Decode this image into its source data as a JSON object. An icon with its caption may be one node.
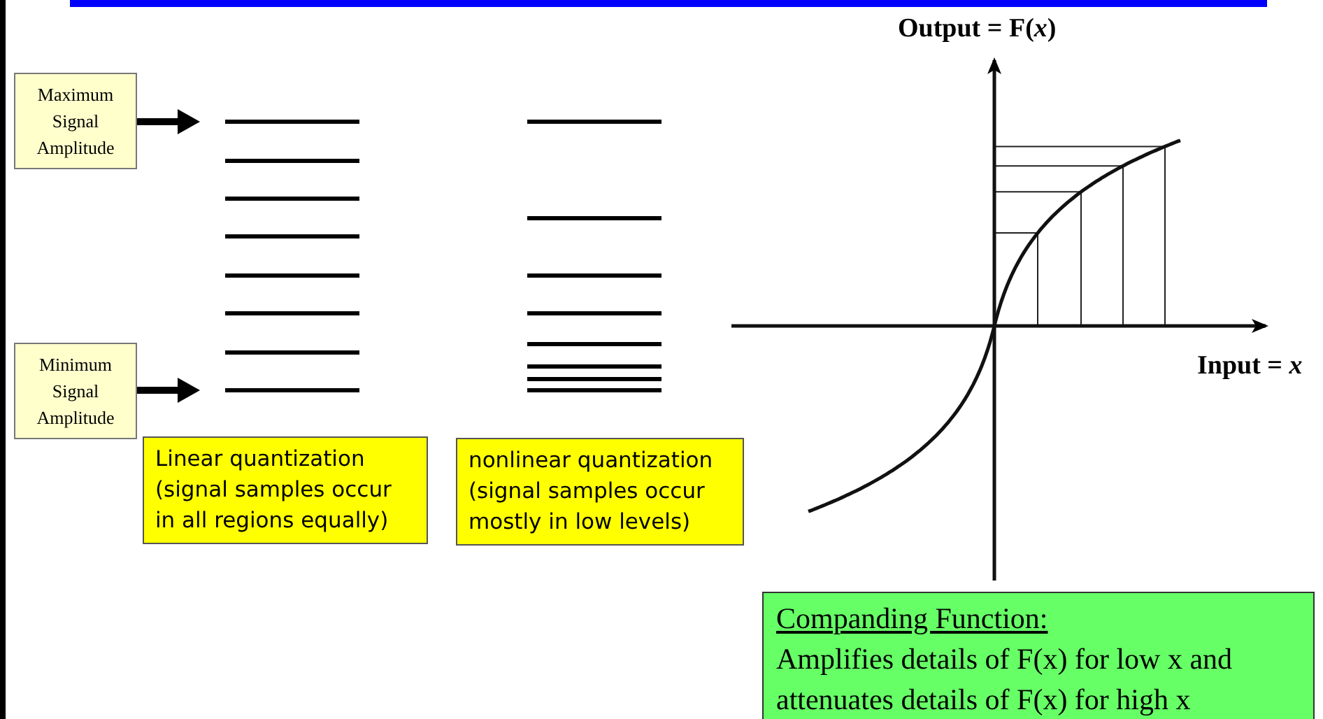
{
  "diagram": {
    "nodes": [
      {
        "text": [
          "Maximum Signal Amplitude"
        ]
      },
      {
        "text": [
          "Minimum Signal Amplitude"
        ]
      },
      {
        "text": [
          "Linear quantization (signal samples occur in all regions equally)"
        ]
      },
      {
        "text": [
          "nonlinear quantization (signal samples occur mostly in low levels)"
        ]
      },
      {
        "text": [
          "Companding Function:",
          "Amplifies details of F(x) for low x and attenuates details of F(x) for high x"
        ]
      }
    ],
    "edges": [
      {
        "from": 0,
        "to": null,
        "arrow": "to"
      },
      {
        "from": 1,
        "to": null,
        "arrow": "to"
      }
    ],
    "labels": [
      "Output = F(*x*)",
      "Input = *x*"
    ]
  }
}
